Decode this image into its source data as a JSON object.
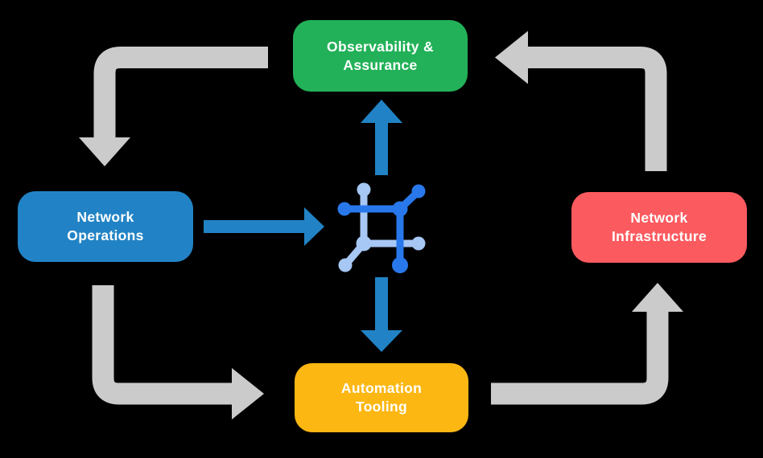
{
  "canvas": {
    "background": "#000000"
  },
  "nodes": {
    "observability": {
      "label": "Observability &\nAssurance",
      "color": "#22b158",
      "text_color": "#ffffff"
    },
    "operations": {
      "label": "Network\nOperations",
      "color": "#2183c5",
      "text_color": "#ffffff"
    },
    "infrastructure": {
      "label": "Network\nInfrastructure",
      "color": "#fb5a5f",
      "text_color": "#ffffff"
    },
    "automation": {
      "label": "Automation\nTooling",
      "color": "#fcb712",
      "text_color": "#ffffff"
    }
  },
  "center_icon": {
    "name": "network-hub-icon",
    "dark_blue": "#2878eb",
    "light_blue": "#a7c7f4"
  },
  "arrows": {
    "gray_color": "#cbcbcb",
    "blue_color": "#2183c5",
    "outer_cycle": [
      {
        "from": "Observability & Assurance",
        "to": "Network Operations"
      },
      {
        "from": "Network Operations",
        "to": "Automation Tooling"
      },
      {
        "from": "Automation Tooling",
        "to": "Network Infrastructure"
      },
      {
        "from": "Network Infrastructure",
        "to": "Observability & Assurance"
      }
    ],
    "center_links": [
      {
        "from": "Network Operations",
        "to": "network-hub-icon"
      },
      {
        "from": "network-hub-icon",
        "to": "Observability & Assurance"
      },
      {
        "from": "network-hub-icon",
        "to": "Automation Tooling"
      }
    ]
  }
}
